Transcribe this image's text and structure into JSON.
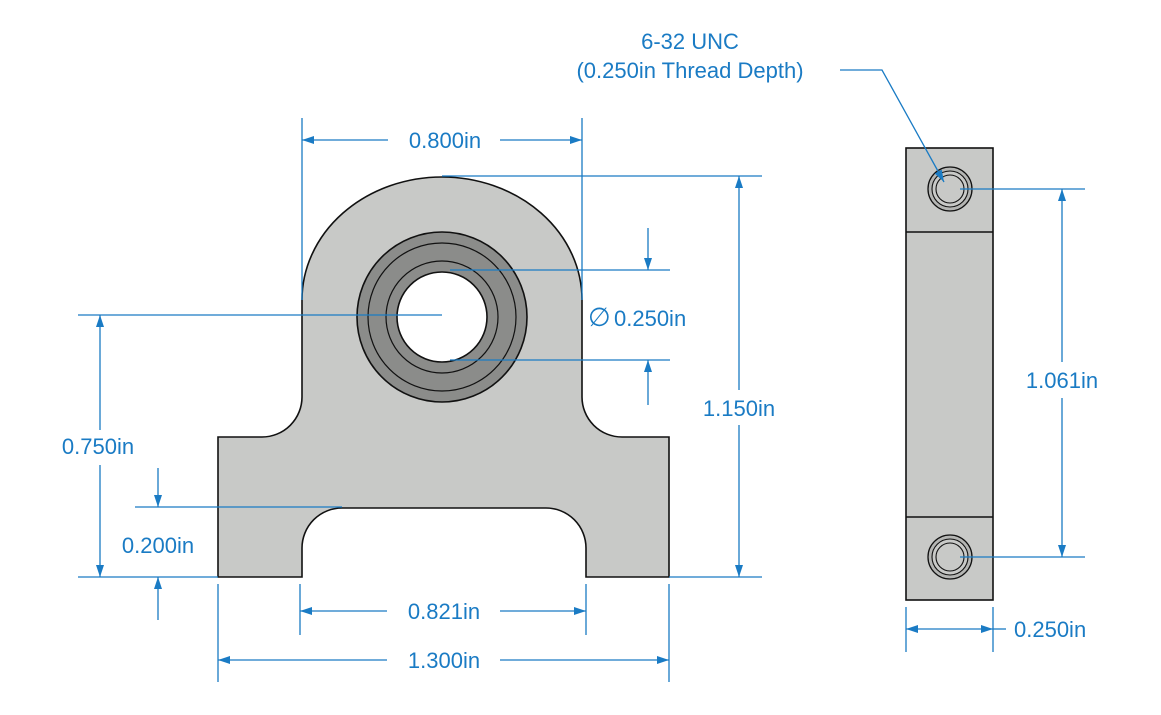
{
  "colors": {
    "dimension": "#1a7bc4",
    "part_fill": "#c8c9c7",
    "bore_fill": "#8b8c8a",
    "outline": "#111111",
    "background": "#ffffff"
  },
  "front_view": {
    "width_top": "0.800in",
    "bore_diameter": "0.250in",
    "overall_height": "1.150in",
    "bore_center_height": "0.750in",
    "slot_height": "0.200in",
    "slot_width": "0.821in",
    "overall_width": "1.300in"
  },
  "side_view": {
    "thread_note_line1": "6-32 UNC",
    "thread_note_line2": "(0.250in Thread Depth)",
    "hole_spacing": "1.061in",
    "thickness": "0.250in"
  },
  "symbols": {
    "diameter": "∅"
  }
}
